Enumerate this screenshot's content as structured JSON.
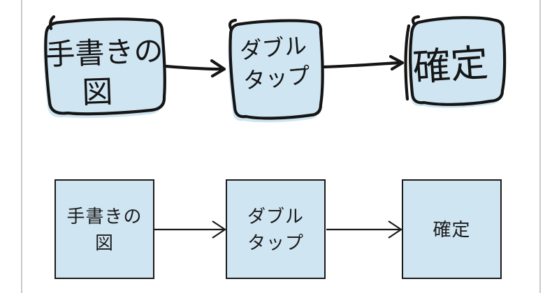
{
  "page": {
    "background_color": "#ffffff",
    "edge_line_color": "#c9c9c9"
  },
  "palette": {
    "node_fill": "#cfe5f2",
    "ink_color": "#151515",
    "clean_border_color": "#1a1a1a"
  },
  "diagram": {
    "top_row": {
      "style": "hand-drawn",
      "nodes": [
        {
          "line1": "手書きの",
          "line2": "図"
        },
        {
          "line1": "ダブル",
          "line2": "タップ"
        },
        {
          "line1": "確定",
          "line2": ""
        }
      ],
      "connectors": [
        {
          "from": 0,
          "to": 1,
          "type": "arrow"
        },
        {
          "from": 1,
          "to": 2,
          "type": "arrow"
        }
      ]
    },
    "bottom_row": {
      "style": "clean",
      "nodes": [
        {
          "line1": "手書きの",
          "line2": "図"
        },
        {
          "line1": "ダブル",
          "line2": "タップ"
        },
        {
          "line1": "確定",
          "line2": ""
        }
      ],
      "connectors": [
        {
          "from": 0,
          "to": 1,
          "type": "arrow"
        },
        {
          "from": 1,
          "to": 2,
          "type": "arrow"
        }
      ]
    }
  }
}
